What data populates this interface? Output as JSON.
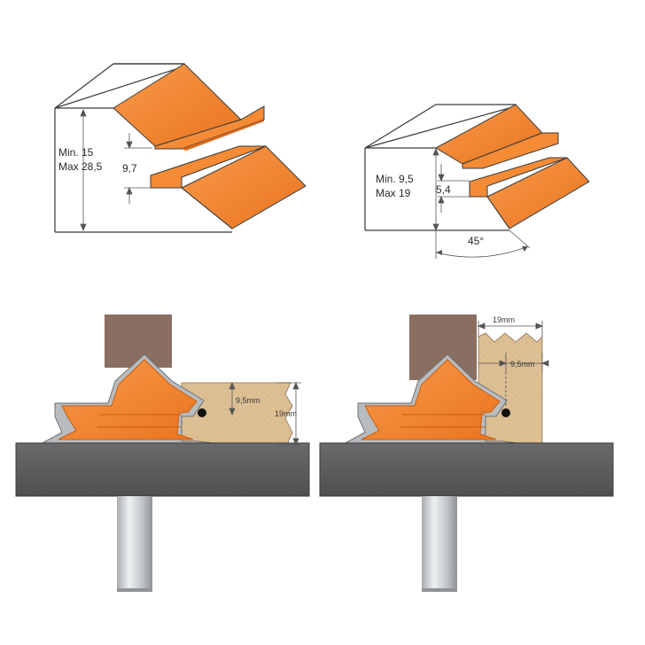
{
  "top_left": {
    "height_line1": "Min. 15",
    "height_line2": "Max 28,5",
    "tongue": "9,7"
  },
  "top_right": {
    "height_line1": "Min. 9,5",
    "height_line2": "Max 19",
    "tongue": "5,4",
    "angle": "45°"
  },
  "bottom_left": {
    "offset": "9,5mm",
    "thickness": "19mm"
  },
  "bottom_right": {
    "width": "19mm",
    "offset": "9,5mm"
  },
  "colors": {
    "cutter": "#f0802a",
    "cutter_dark": "#d96a1a",
    "table": "#5a5a5c",
    "wood": "#d8b88a",
    "fence": "#8a6e62",
    "carbide": "#b8bcbf",
    "shank": "#c6c9cb"
  }
}
